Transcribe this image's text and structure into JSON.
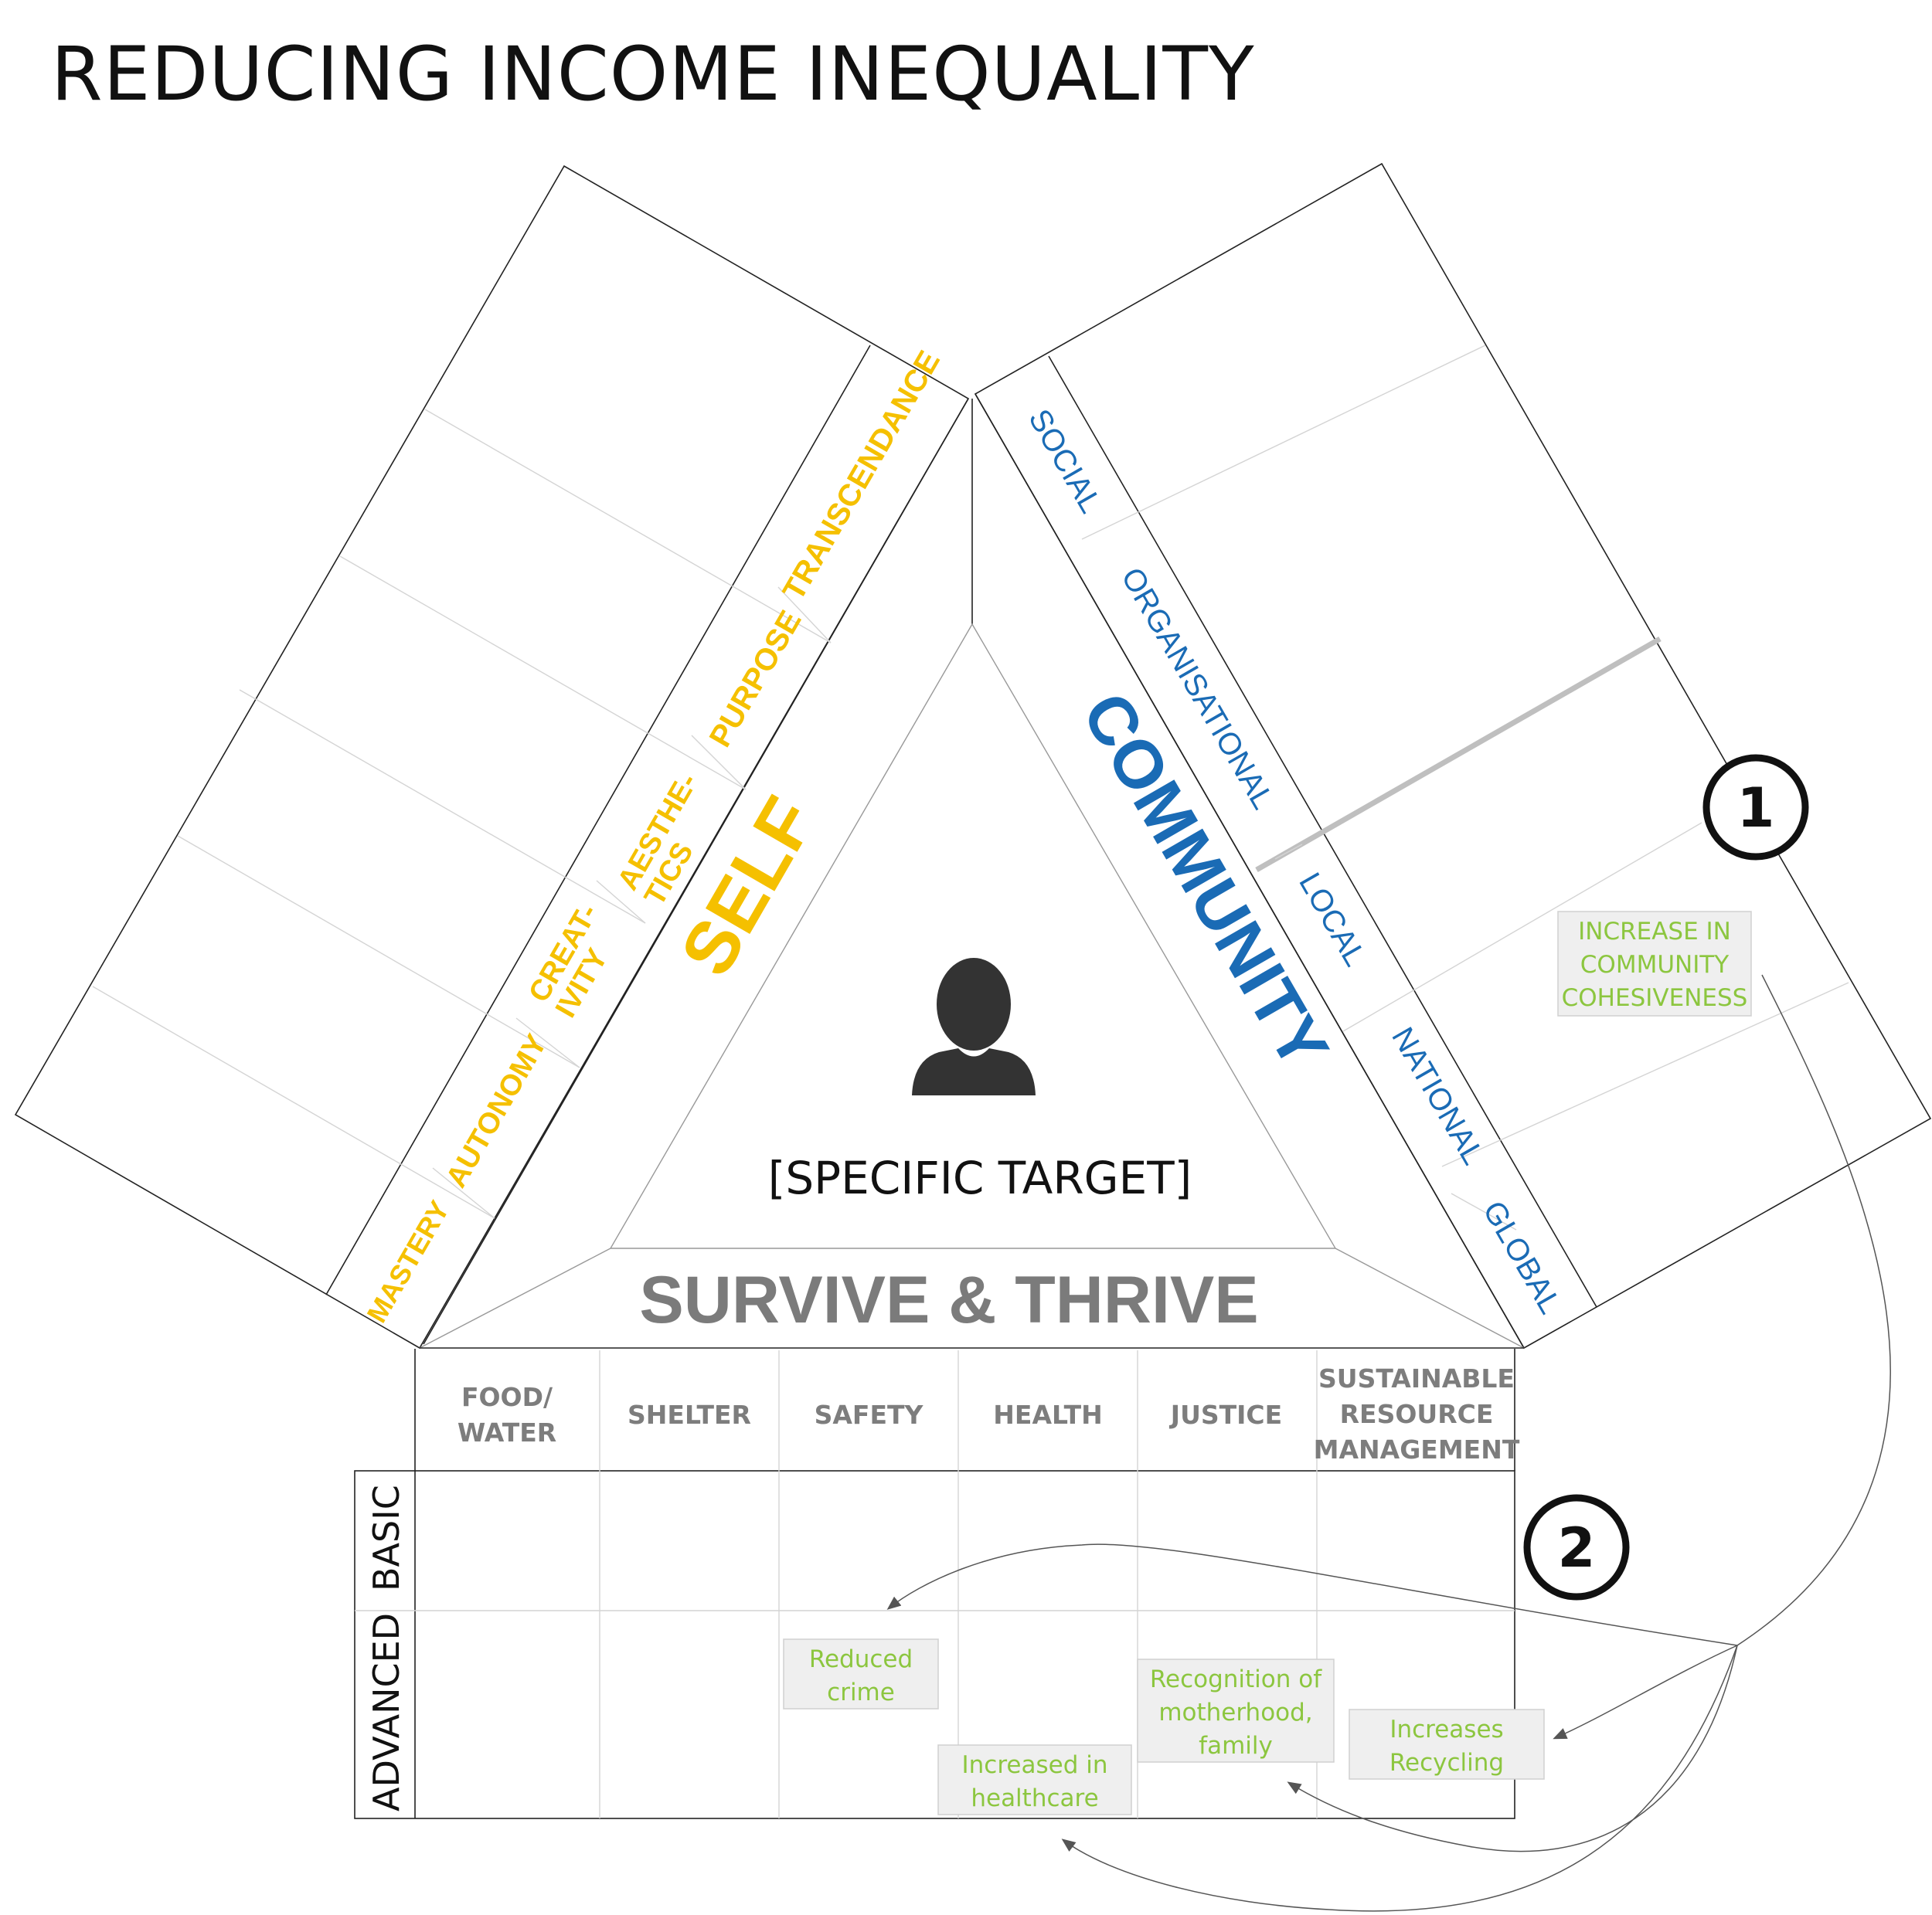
{
  "title": "REDUCING INCOME INEQUALITY",
  "self": {
    "heading": "SELF",
    "levels": [
      "MASTERY",
      "AUTONOMY",
      "CREAT-IVITY",
      "AESTHE-TICS",
      "PURPOSE",
      "TRANSCENDANCE"
    ],
    "color": "#f5c000"
  },
  "community": {
    "heading": "COMMUNITY",
    "levels": [
      "SOCIAL",
      "ORGANISATIONAL",
      "LOCAL",
      "NATIONAL",
      "GLOBAL"
    ],
    "color": "#1a6bb5"
  },
  "center": {
    "icon": "person-icon",
    "target": "[SPECIFIC TARGET]"
  },
  "survive": {
    "heading": "SURVIVE & THRIVE",
    "columns": [
      "FOOD/ WATER",
      "SHELTER",
      "SAFETY",
      "HEALTH",
      "JUSTICE",
      "SUSTAINABLE RESOURCE MANAGEMENT"
    ],
    "rows": [
      "BASIC",
      "ADVANCED"
    ]
  },
  "badges": [
    "1",
    "2"
  ],
  "notes": {
    "community_note": "INCREASE IN COMMUNITY COHESIVENESS",
    "safety_note": "Reduced crime",
    "health_note": "Increased in healthcare",
    "justice_note": "Recognition of motherhood, family",
    "sustain_note": "Increases Recycling",
    "note_color": "#8cc63f"
  }
}
